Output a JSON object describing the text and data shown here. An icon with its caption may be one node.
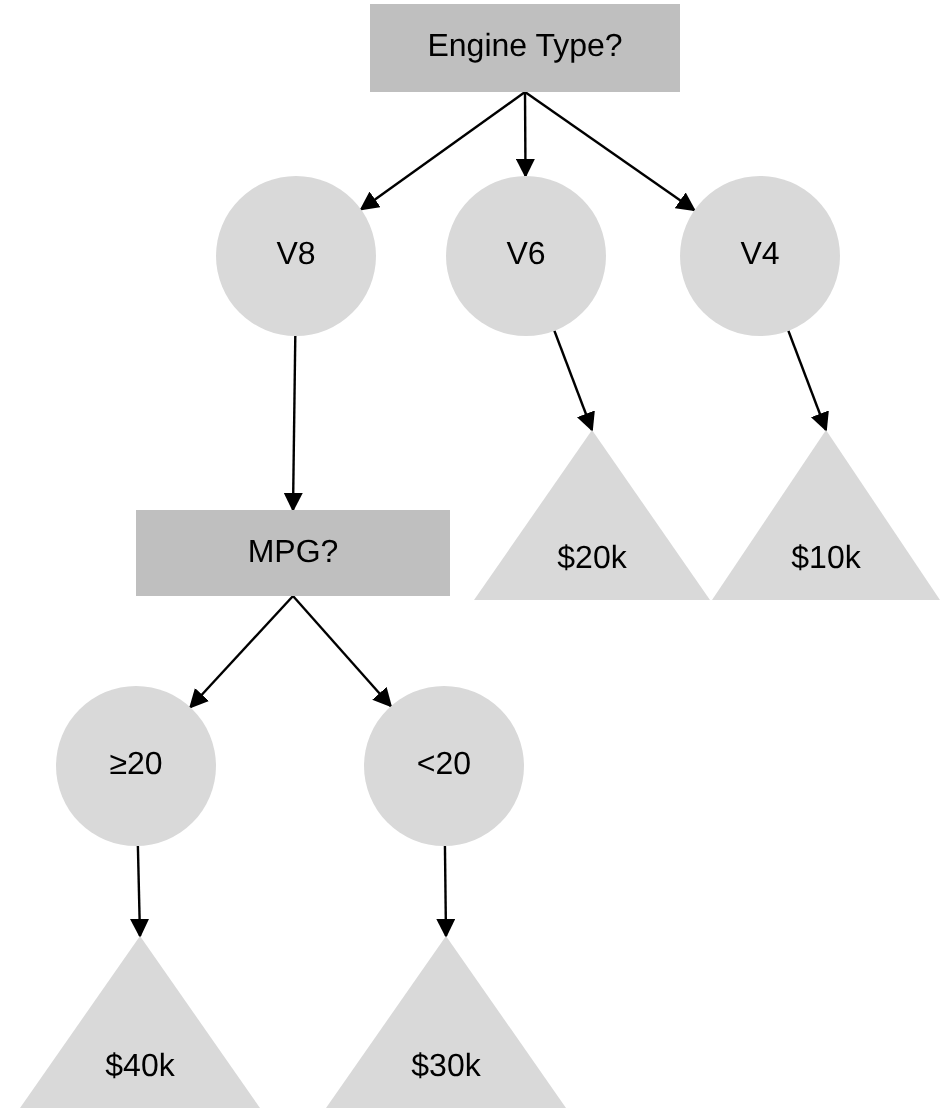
{
  "diagram": {
    "nodes": [
      {
        "text": [
          "Engine Type?"
        ]
      },
      {
        "text": [
          "V8"
        ]
      },
      {
        "text": [
          "V6"
        ]
      },
      {
        "text": [
          "V4"
        ]
      },
      {
        "text": [
          "MPG?"
        ]
      },
      {
        "text": [
          "$20k"
        ]
      },
      {
        "text": [
          "$10k"
        ]
      },
      {
        "text": [
          "≥20"
        ]
      },
      {
        "text": [
          "<20"
        ]
      },
      {
        "text": [
          "$40k"
        ]
      },
      {
        "text": [
          "$30k"
        ]
      }
    ],
    "edges": [
      {
        "from": 0,
        "to": 1,
        "arrow": "to"
      },
      {
        "from": 0,
        "to": 2,
        "arrow": "to"
      },
      {
        "from": 0,
        "to": 3,
        "arrow": "to"
      },
      {
        "from": 1,
        "to": 4,
        "arrow": "to"
      },
      {
        "from": 2,
        "to": 5,
        "arrow": "to"
      },
      {
        "from": 3,
        "to": 6,
        "arrow": "to"
      },
      {
        "from": 4,
        "to": 7,
        "arrow": "to"
      },
      {
        "from": 4,
        "to": 8,
        "arrow": "to"
      },
      {
        "from": 7,
        "to": 9,
        "arrow": "to"
      },
      {
        "from": 8,
        "to": 10,
        "arrow": "to"
      }
    ]
  }
}
